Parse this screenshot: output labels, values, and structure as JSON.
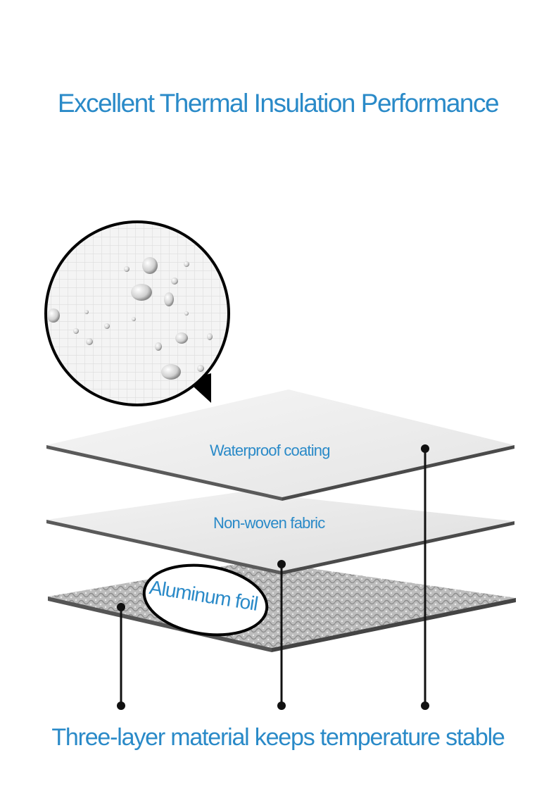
{
  "title": "Excellent Thermal Insulation Performance",
  "layers": {
    "waterproof_label": "Waterproof coating",
    "nonwoven_label": "Non-woven fabric",
    "foil_label": "Aluminum foil"
  },
  "footer": "Three-layer material keeps temperature stable",
  "colors": {
    "accent": "#2a8ac8",
    "line": "#111111"
  }
}
